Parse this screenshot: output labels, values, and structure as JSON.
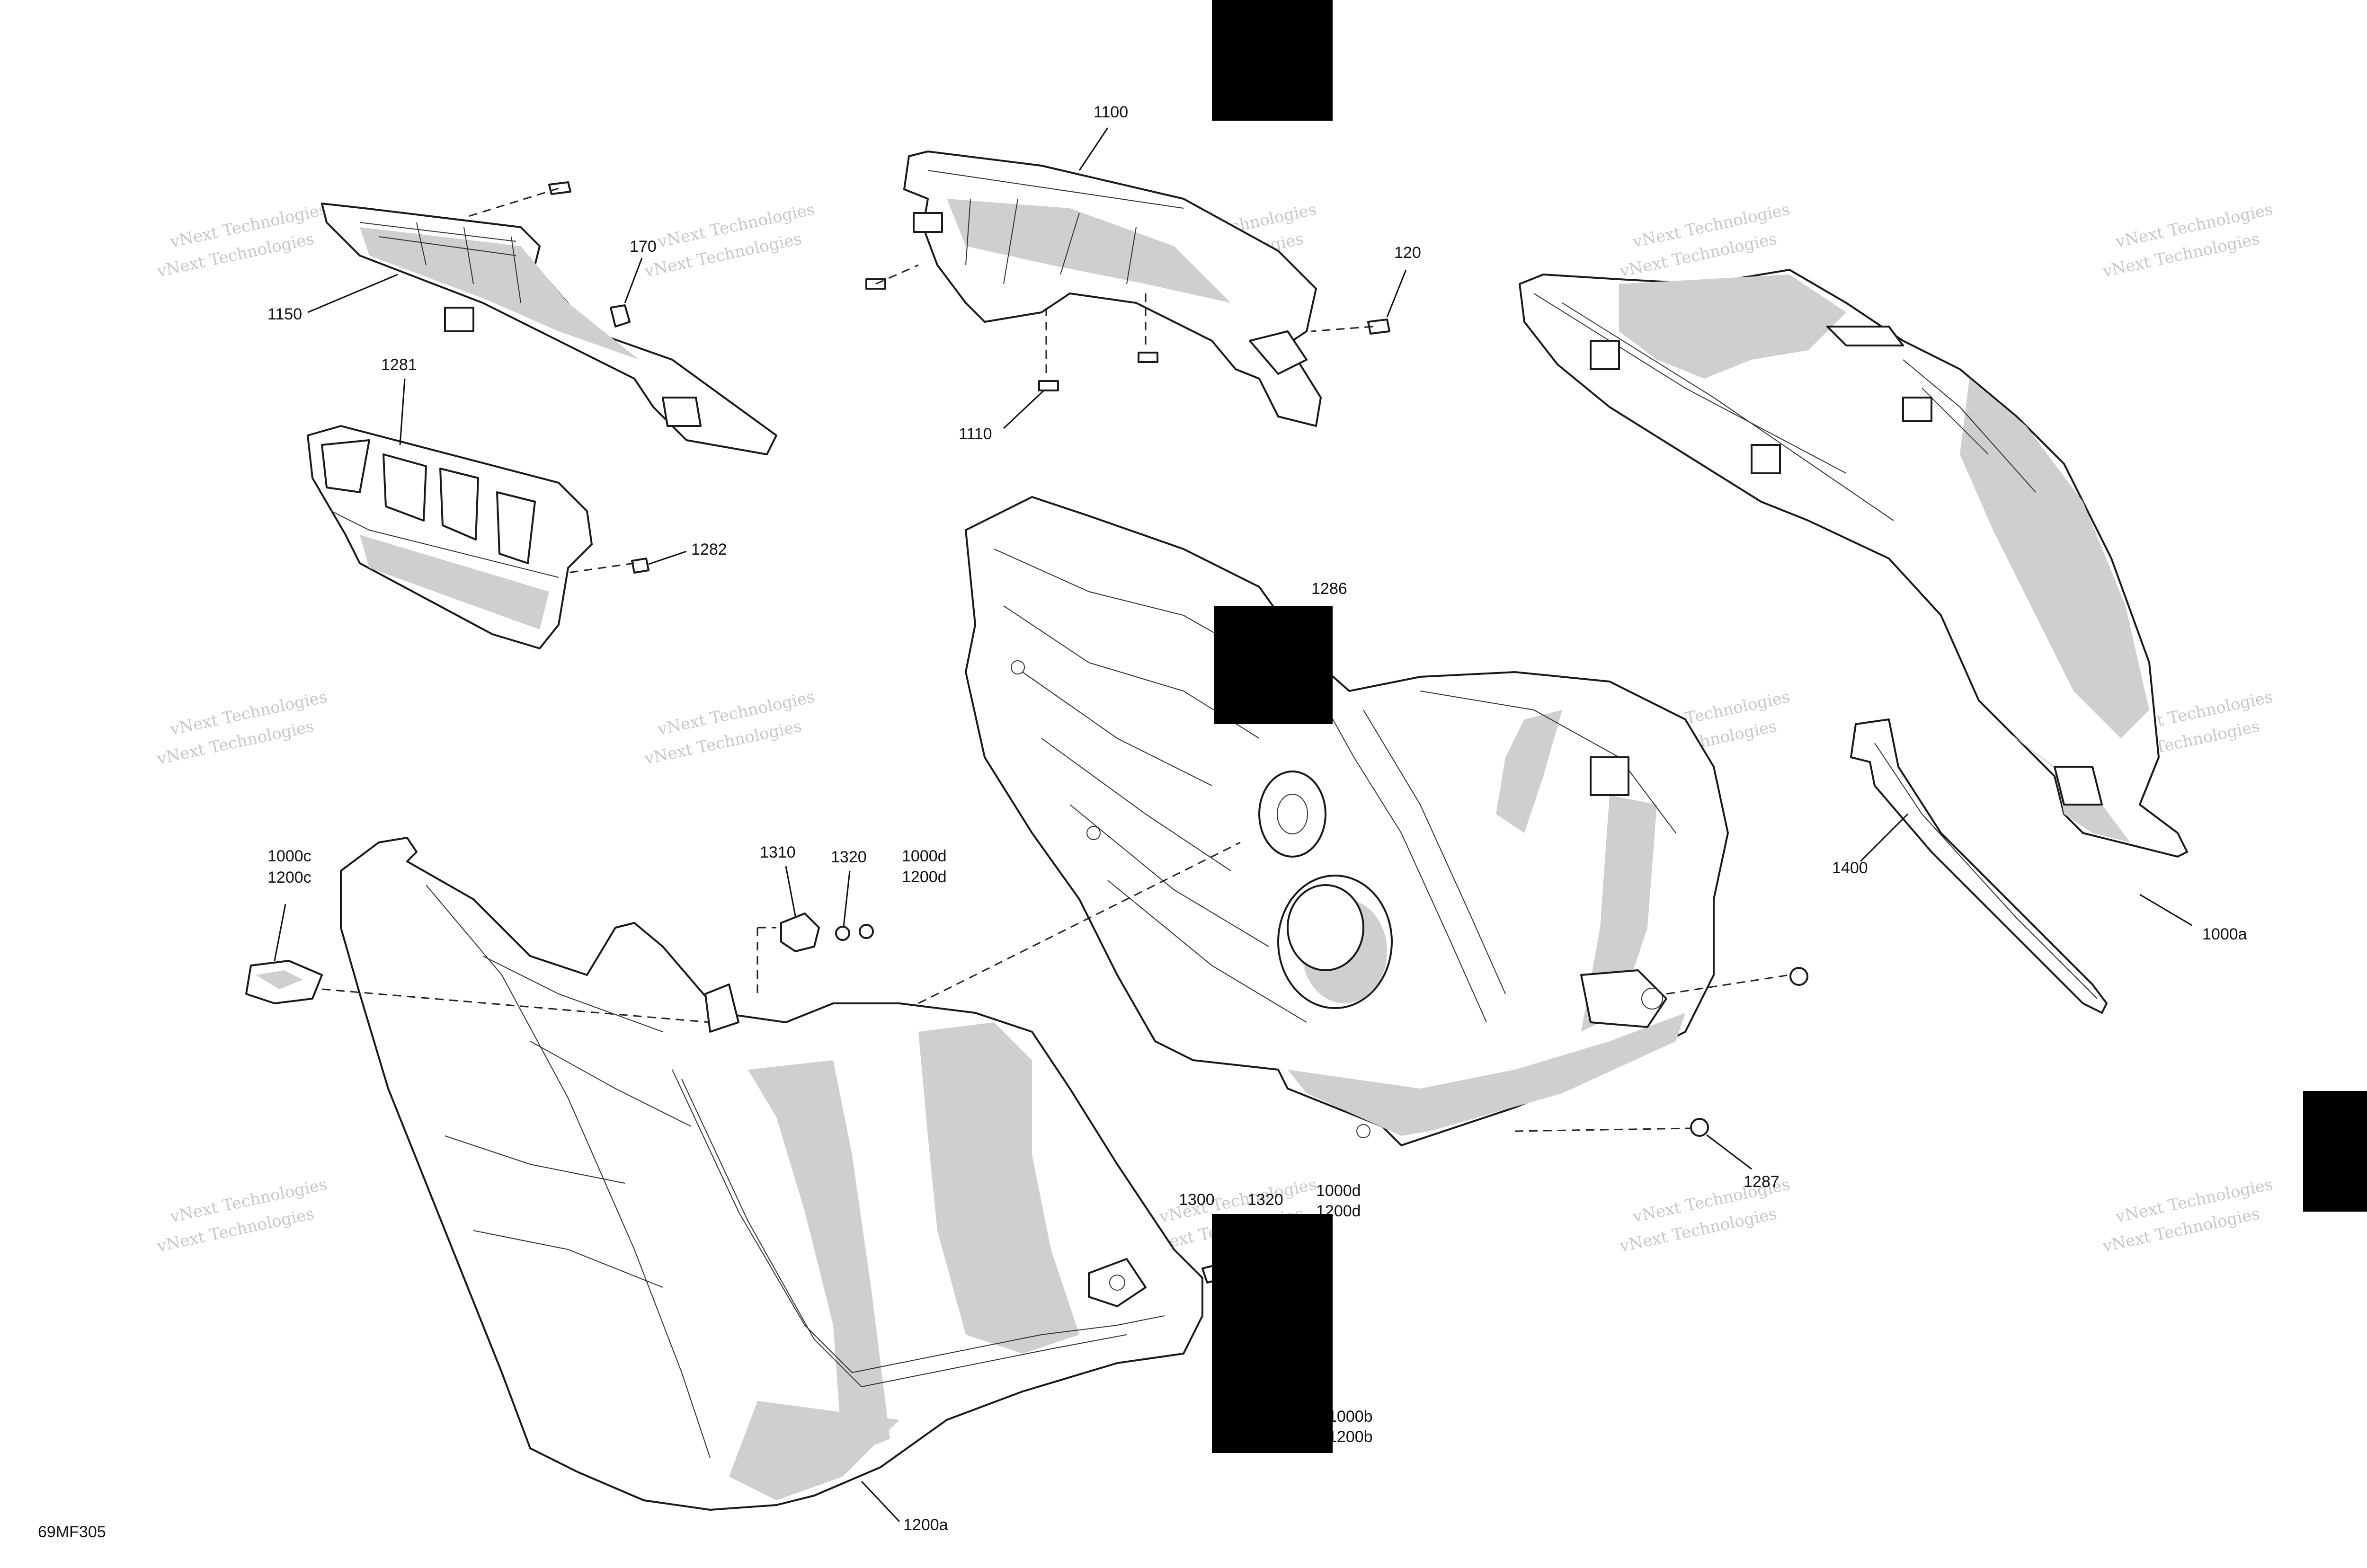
{
  "diagram_code": "69MF305",
  "watermark": {
    "line1": "vNext Technologies",
    "line2": "vNext Technologies"
  },
  "callouts": {
    "c1100": "1100",
    "c120": "120",
    "c170": "170",
    "c1150": "1150",
    "c1110": "1110",
    "c1281": "1281",
    "c1282": "1282",
    "c1286": "1286",
    "c1000a": "1000a",
    "c1400": "1400",
    "c1000c": "1000c",
    "c1200c": "1200c",
    "c1310": "1310",
    "c1320a": "1320",
    "c1000d_top": "1000d",
    "c1200d_top": "1200d",
    "c1287": "1287",
    "c1300": "1300",
    "c1320b": "1320",
    "c1000d_bot": "1000d",
    "c1200d_bot": "1200d",
    "c1000b": "1000b",
    "c1200b": "1200b",
    "c1200a": "1200a"
  }
}
